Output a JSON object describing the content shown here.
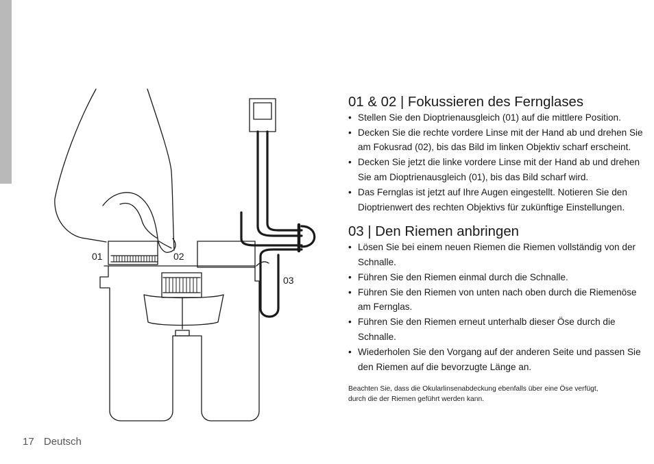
{
  "labels": {
    "l01": "01",
    "l02": "02",
    "l03": "03"
  },
  "section1": {
    "title": "01 & 02 | Fokussieren des Fernglases",
    "items": [
      "Stellen Sie den Dioptrienausgleich (01) auf die mittlere Position.",
      "Decken Sie die rechte vordere Linse mit der Hand ab und drehen Sie am Fokusrad (02), bis das Bild im linken Objektiv scharf erscheint.",
      "Decken Sie jetzt die linke vordere Linse mit der Hand ab und drehen Sie am Dioptrienausgleich (01), bis das Bild scharf wird.",
      "Das Fernglas ist jetzt auf Ihre Augen eingestellt. Notieren Sie den Dioptrienwert des rechten Objektivs für zukünftige Einstellungen."
    ]
  },
  "section2": {
    "title": "03 | Den Riemen anbringen",
    "items": [
      "Lösen Sie bei einem neuen Riemen die Riemen vollständig von der Schnalle.",
      "Führen Sie den Riemen einmal durch die Schnalle.",
      "Führen Sie den Riemen von unten nach oben durch die Riemenöse am Fernglas.",
      "Führen Sie den Riemen erneut unterhalb dieser Öse durch die Schnalle.",
      "Wiederholen Sie den Vorgang auf der anderen Seite und passen Sie den Riemen auf die bevorzugte Länge an."
    ]
  },
  "note": "Beachten Sie, dass die Okularlinsenabdeckung ebenfalls über eine Öse verfügt, durch die der Riemen geführt werden kann.",
  "footer": {
    "page_number": "17",
    "language": "Deutsch"
  }
}
